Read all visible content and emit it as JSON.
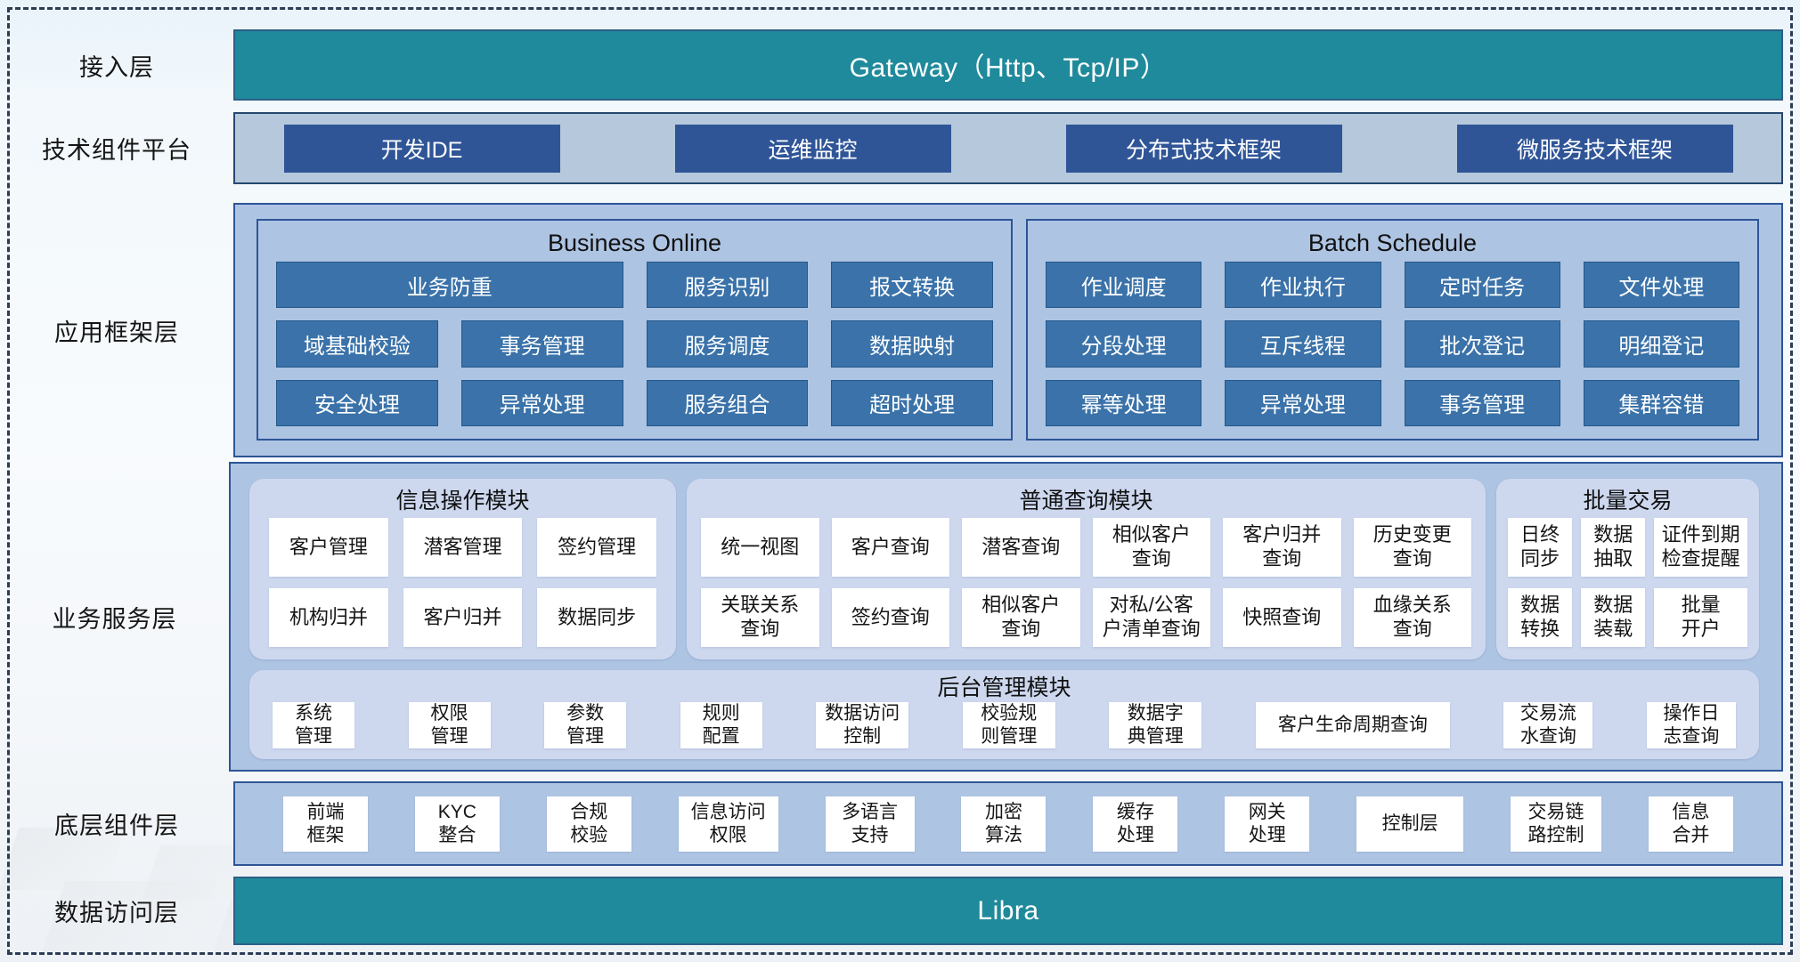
{
  "colors": {
    "teal": "#1f8a9b",
    "dark_blue": "#2f5597",
    "mid_blue": "#3a72a9",
    "container_blue": "#aec4e3",
    "platform_blue": "#b6c8dc",
    "subpanel_blue": "#cdd8ef"
  },
  "access": {
    "label": "接入层",
    "gateway": "Gateway（Http、Tcp/IP）"
  },
  "tech": {
    "label": "技术组件平台",
    "items": [
      "开发IDE",
      "运维监控",
      "分布式技术框架",
      "微服务技术框架"
    ]
  },
  "app": {
    "label": "应用框架层",
    "business_online": {
      "title": "Business Online",
      "buttons": [
        "业务防重",
        "服务识别",
        "报文转换",
        "域基础校验",
        "事务管理",
        "服务调度",
        "数据映射",
        "安全处理",
        "异常处理",
        "服务组合",
        "超时处理"
      ]
    },
    "batch_schedule": {
      "title": "Batch Schedule",
      "buttons": [
        "作业调度",
        "作业执行",
        "定时任务",
        "文件处理",
        "分段处理",
        "互斥线程",
        "批次登记",
        "明细登记",
        "幂等处理",
        "异常处理",
        "事务管理",
        "集群容错"
      ]
    }
  },
  "svc": {
    "label": "业务服务层",
    "info": {
      "title": "信息操作模块",
      "buttons": [
        "客户管理",
        "潜客管理",
        "签约管理",
        "机构归并",
        "客户归并",
        "数据同步"
      ]
    },
    "query": {
      "title": "普通查询模块",
      "buttons": [
        "统一视图",
        "客户查询",
        "潜客查询",
        "相似客户\n查询",
        "客户归并\n查询",
        "历史变更\n查询",
        "关联关系\n查询",
        "签约查询",
        "相似客户\n查询",
        "对私/公客\n户清单查询",
        "快照查询",
        "血缘关系\n查询"
      ]
    },
    "batch": {
      "title": "批量交易",
      "buttons": [
        "日终\n同步",
        "数据\n抽取",
        "证件到期\n检查提醒",
        "数据\n转换",
        "数据\n装载",
        "批量\n开户"
      ]
    },
    "admin": {
      "title": "后台管理模块",
      "buttons": [
        "系统\n管理",
        "权限\n管理",
        "参数\n管理",
        "规则\n配置",
        "数据访问\n控制",
        "校验规\n则管理",
        "数据字\n典管理",
        "客户生命周期查询",
        "交易流\n水查询",
        "操作日\n志查询"
      ]
    }
  },
  "base": {
    "label": "底层组件层",
    "buttons": [
      "前端\n框架",
      "KYC\n整合",
      "合规\n校验",
      "信息访问\n权限",
      "多语言\n支持",
      "加密\n算法",
      "缓存\n处理",
      "网关\n处理",
      "控制层",
      "交易链\n路控制",
      "信息\n合并"
    ]
  },
  "libra": {
    "label": "数据访问层",
    "bar": "Libra"
  }
}
